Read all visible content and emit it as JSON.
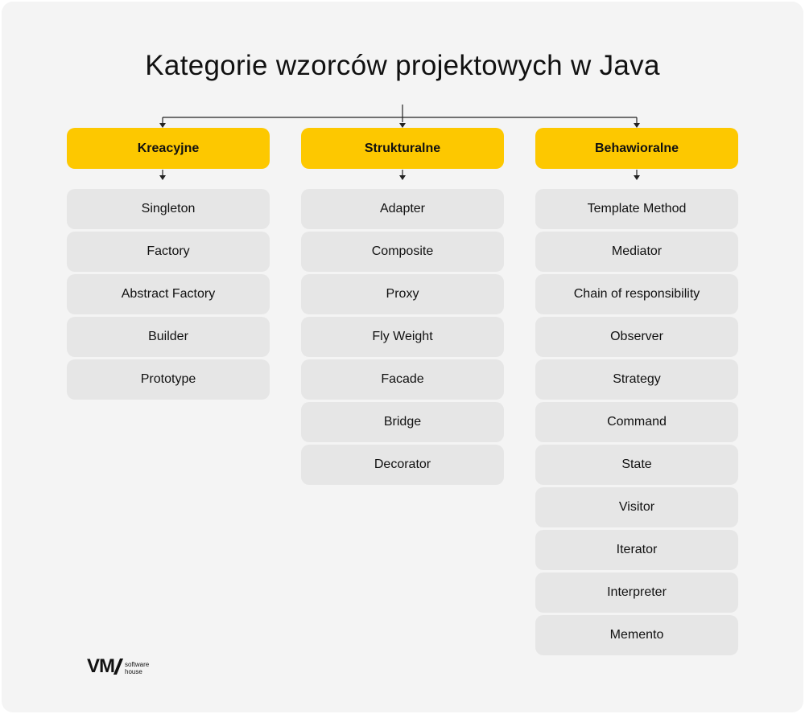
{
  "title": "Kategorie wzorców projektowych w Java",
  "colors": {
    "background": "#f4f4f4",
    "header": "#fdc800",
    "item": "#e6e6e6",
    "text": "#111111"
  },
  "columns": [
    {
      "key": "kreacyjne",
      "header": "Kreacyjne",
      "items": [
        "Singleton",
        "Factory",
        "Abstract Factory",
        "Builder",
        "Prototype"
      ]
    },
    {
      "key": "strukturalne",
      "header": "Strukturalne",
      "items": [
        "Adapter",
        "Composite",
        "Proxy",
        "Fly Weight",
        "Facade",
        "Bridge",
        "Decorator"
      ]
    },
    {
      "key": "behawioralne",
      "header": "Behawioralne",
      "items": [
        "Template Method",
        "Mediator",
        "Chain of responsibility",
        "Observer",
        "Strategy",
        "Command",
        "State",
        "Visitor",
        "Iterator",
        "Interpreter",
        "Memento"
      ]
    }
  ],
  "logo": {
    "mark": "VM",
    "line1": "software",
    "line2": "house"
  }
}
